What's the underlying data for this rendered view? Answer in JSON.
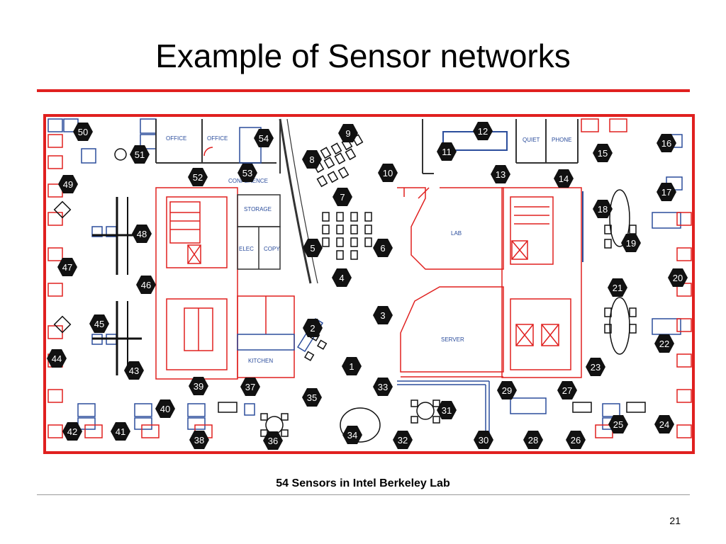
{
  "slide": {
    "title": "Example of Sensor networks",
    "caption": "54 Sensors in Intel Berkeley Lab",
    "page_number": "21"
  },
  "floorplan": {
    "room_labels": {
      "office_1": "OFFICE",
      "office_2": "OFFICE",
      "conference": "CONFERENCE",
      "storage": "STORAGE",
      "elec": "ELEC",
      "copy": "COPY",
      "kitchen": "KITCHEN",
      "lab": "LAB",
      "server": "SERVER",
      "quiet": "QUIET",
      "phone": "PHONE"
    },
    "sensors": [
      "1",
      "2",
      "3",
      "4",
      "5",
      "6",
      "7",
      "8",
      "9",
      "10",
      "11",
      "12",
      "13",
      "14",
      "15",
      "16",
      "17",
      "18",
      "19",
      "20",
      "21",
      "22",
      "23",
      "24",
      "25",
      "26",
      "27",
      "28",
      "29",
      "30",
      "31",
      "32",
      "33",
      "34",
      "35",
      "36",
      "37",
      "38",
      "39",
      "40",
      "41",
      "42",
      "43",
      "44",
      "45",
      "46",
      "47",
      "48",
      "49",
      "50",
      "51",
      "52",
      "53",
      "54"
    ]
  },
  "colors": {
    "wall_red": "#e0201f",
    "desk_blue": "#2b4d9c",
    "sensor_fill": "#111111",
    "sensor_text": "#ffffff"
  }
}
